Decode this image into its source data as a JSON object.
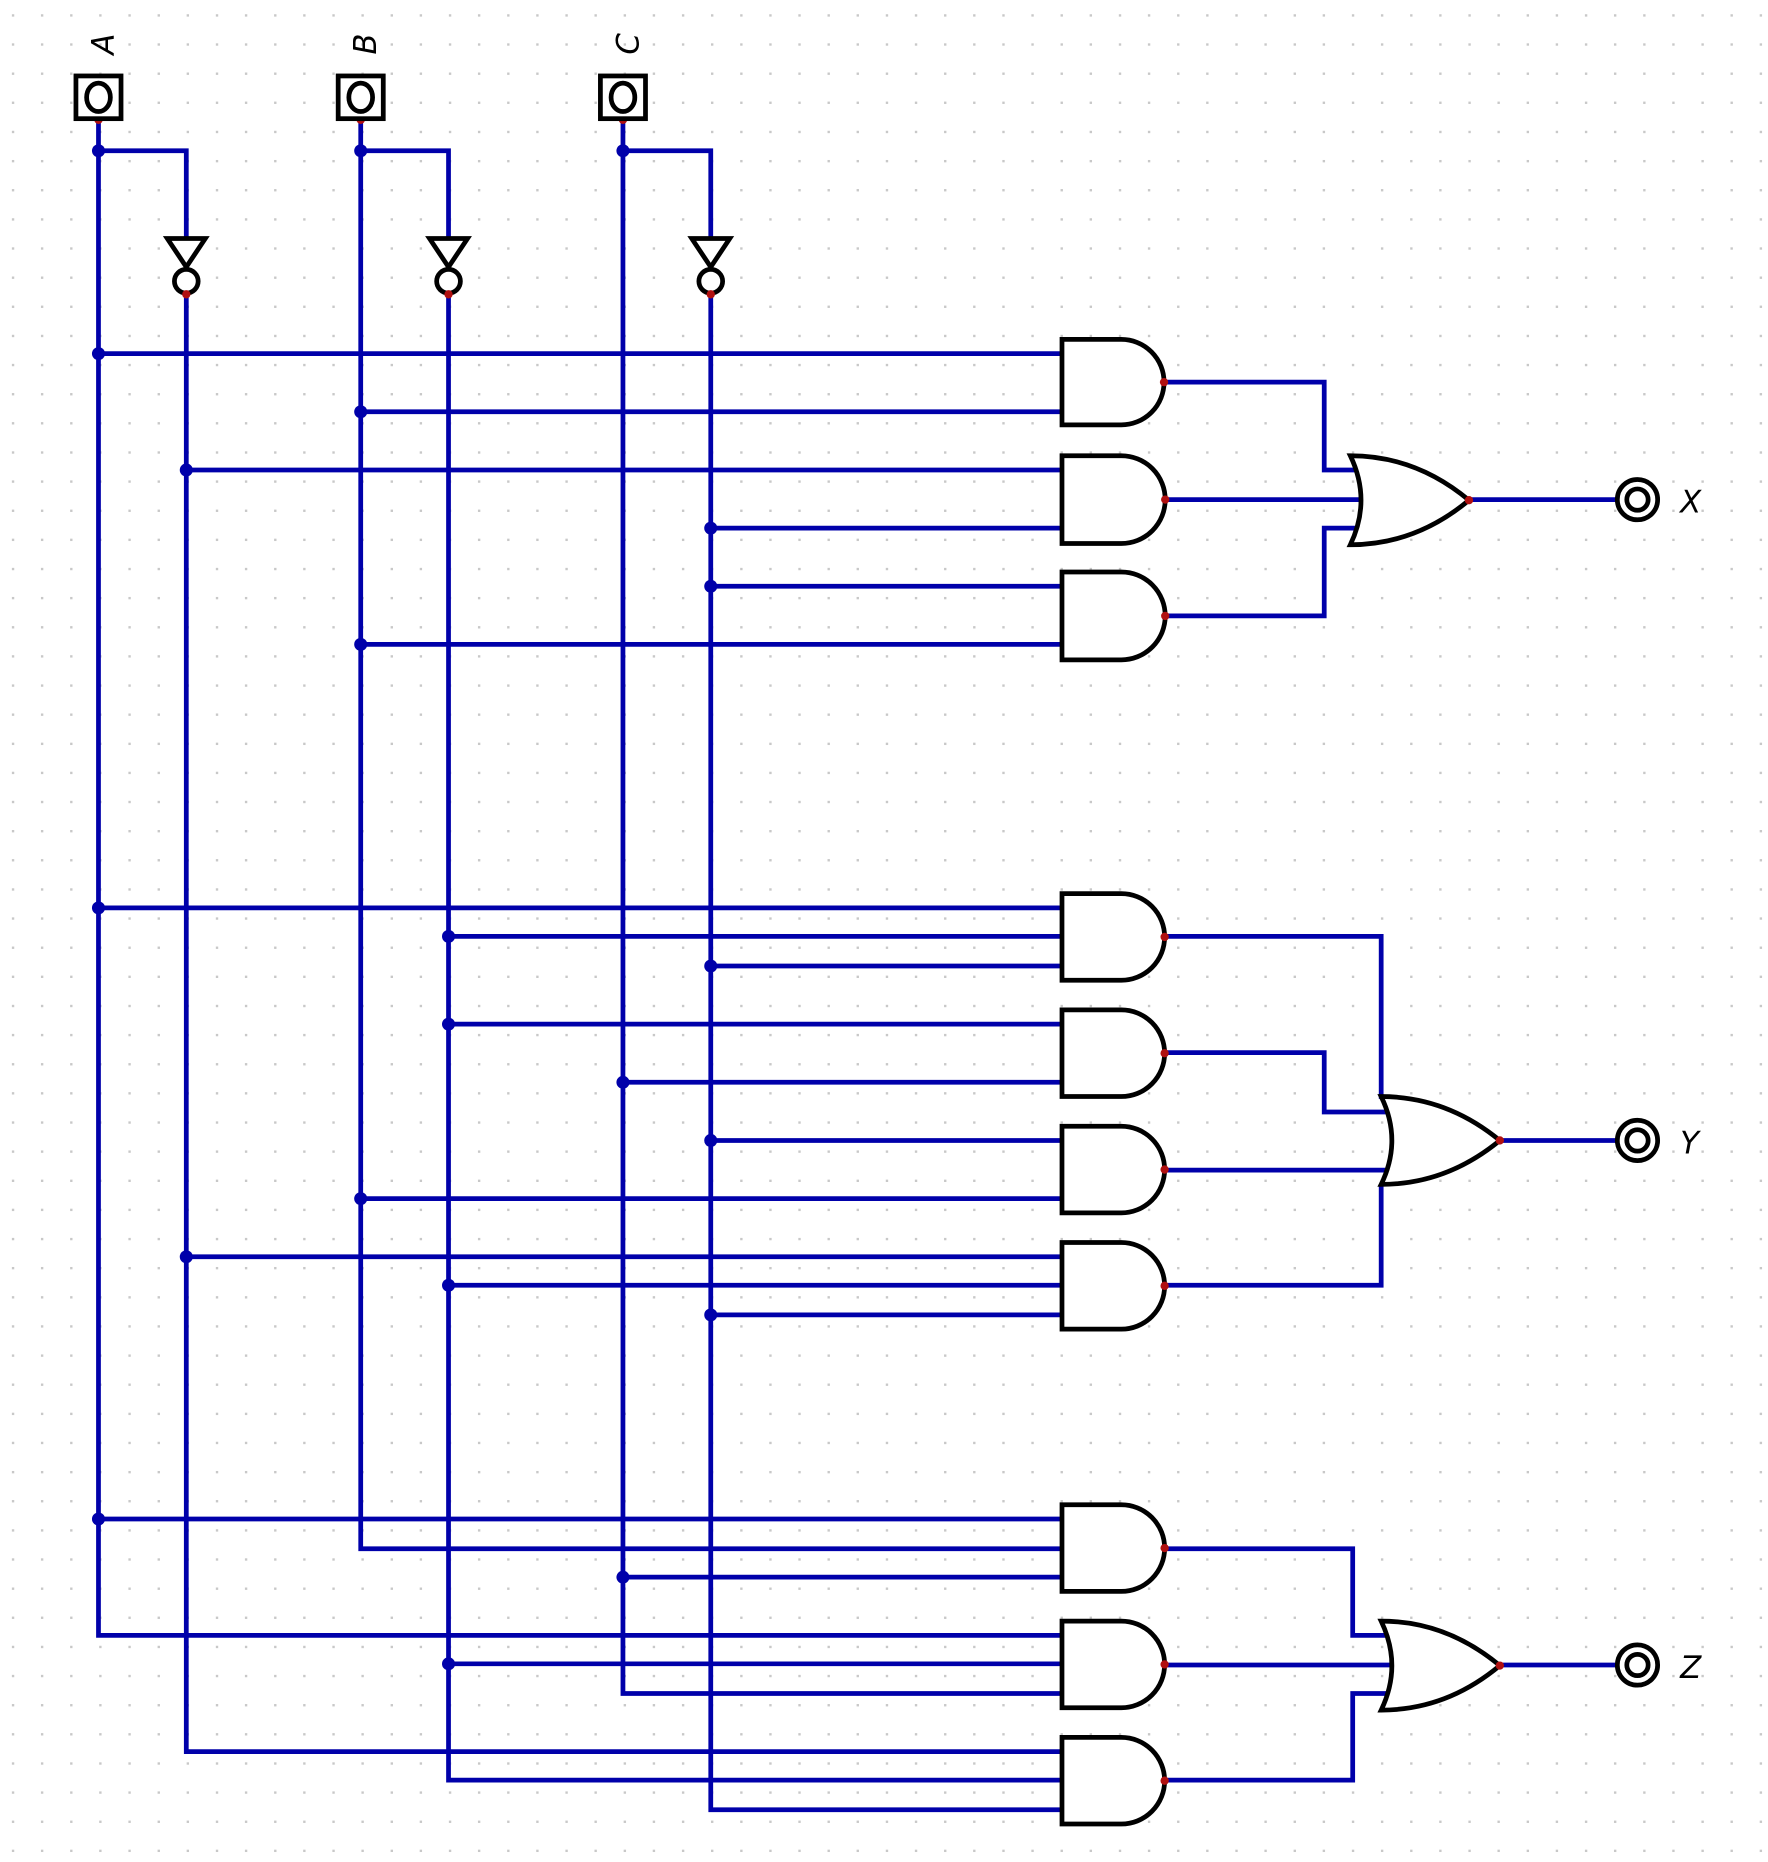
{
  "diagram": {
    "type": "logic-circuit",
    "colors": {
      "wire": "#0000aa",
      "gate_stroke": "#000000",
      "port": "#b01010",
      "grid_dot": "#c8c8c8",
      "background": "#ffffff"
    },
    "inputs": [
      {
        "id": "A",
        "label": "A"
      },
      {
        "id": "B",
        "label": "B"
      },
      {
        "id": "C",
        "label": "C"
      }
    ],
    "not_gates": [
      {
        "id": "notA",
        "input": "A",
        "output": "A'"
      },
      {
        "id": "notB",
        "input": "B",
        "output": "B'"
      },
      {
        "id": "notC",
        "input": "C",
        "output": "C'"
      }
    ],
    "outputs": [
      {
        "id": "X",
        "label": "X",
        "and_terms": [
          [
            "A",
            "B"
          ],
          [
            "A'",
            "C'"
          ],
          [
            "C'",
            "B"
          ]
        ]
      },
      {
        "id": "Y",
        "label": "Y",
        "and_terms": [
          [
            "A",
            "B'",
            "C'"
          ],
          [
            "B'",
            "C"
          ],
          [
            "C'",
            "B"
          ],
          [
            "A'",
            "B'",
            "C'"
          ]
        ]
      },
      {
        "id": "Z",
        "label": "Z",
        "and_terms": [
          [
            "A",
            "B",
            "C"
          ],
          [
            "A",
            "B'",
            "C"
          ],
          [
            "A'",
            "B'",
            "C'"
          ]
        ]
      }
    ]
  }
}
